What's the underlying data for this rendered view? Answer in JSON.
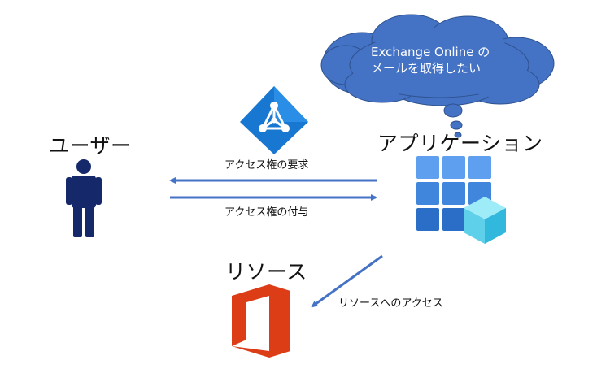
{
  "user": {
    "label": "ユーザー",
    "icon": "person-icon",
    "color": "#14286a"
  },
  "application": {
    "label": "アプリケーション",
    "icon": "app-tiles-icon"
  },
  "resource": {
    "label": "リソース",
    "icon": "office-logo-icon",
    "color": "#dc3c16"
  },
  "identity_provider": {
    "icon": "azure-ad-icon",
    "color": "#1877d0"
  },
  "thought_bubble": {
    "line1": "Exchange Online の",
    "line2": "メールを取得したい",
    "color": "#4472c4"
  },
  "arrows": {
    "request_label": "アクセス権の要求",
    "grant_label": "アクセス権の付与",
    "resource_access_label": "リソースへのアクセス",
    "color": "#4472c4"
  }
}
